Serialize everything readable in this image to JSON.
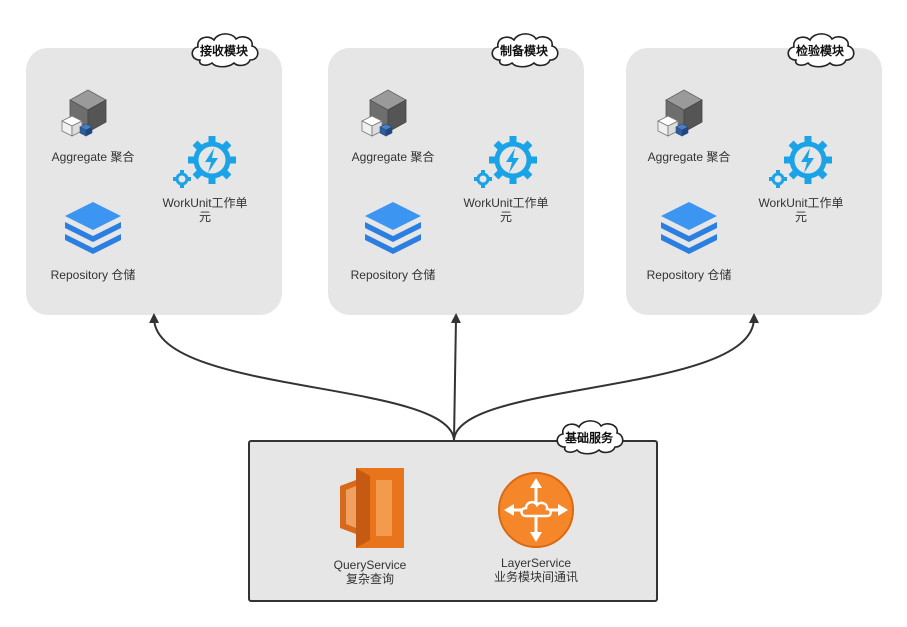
{
  "modules": [
    {
      "title": "接收模块",
      "aggregate_label": "Aggregate 聚合",
      "repository_label": "Repository 仓储",
      "workunit_label": "WorkUnit工作单元"
    },
    {
      "title": "制备模块",
      "aggregate_label": "Aggregate 聚合",
      "repository_label": "Repository 仓储",
      "workunit_label": "WorkUnit工作单元"
    },
    {
      "title": "检验模块",
      "aggregate_label": "Aggregate 聚合",
      "repository_label": "Repository 仓储",
      "workunit_label": "WorkUnit工作单元"
    }
  ],
  "base": {
    "title": "基础服务",
    "query_service": {
      "name": "QueryService",
      "desc": "复杂查询"
    },
    "layer_service": {
      "name": "LayerService",
      "desc": "业务模块间通讯"
    }
  },
  "colors": {
    "panel": "#e6e6e6",
    "cube": "#7a7a7a",
    "stack_blue": "#2f8cf0",
    "gear_blue": "#1aa3e6",
    "query_orange": "#e8741c",
    "layer_orange": "#f5872a",
    "arrow": "#333333"
  },
  "icons": [
    "aggregate-cube-icon",
    "repository-stack-icon",
    "workunit-gear-icon",
    "query-service-icon",
    "layer-service-icon"
  ]
}
